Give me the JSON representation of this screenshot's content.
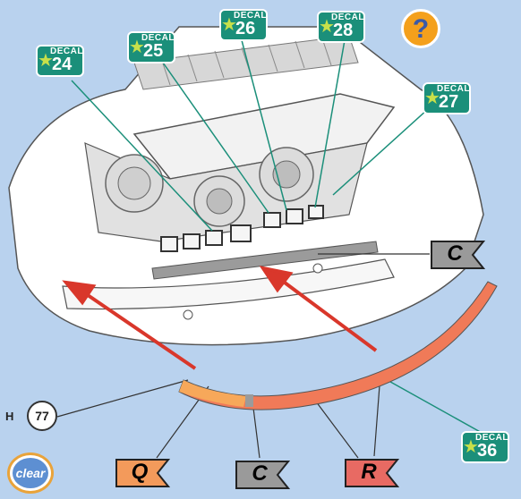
{
  "decals": [
    {
      "prefix": "DECAL",
      "number": "24"
    },
    {
      "prefix": "DECAL",
      "number": "25"
    },
    {
      "prefix": "DECAL",
      "number": "26"
    },
    {
      "prefix": "DECAL",
      "number": "28"
    },
    {
      "prefix": "DECAL",
      "number": "27"
    },
    {
      "prefix": "DECAL",
      "number": "36"
    }
  ],
  "flags": {
    "c_top": "C",
    "q": "Q",
    "c_bottom": "C",
    "r": "R"
  },
  "step_marker": {
    "prefix": "H",
    "number": "77"
  },
  "help_button": {
    "symbol": "?"
  },
  "clear_button": {
    "label": "clear"
  },
  "colors": {
    "background": "#b9d2ee",
    "decal_badge": "#1b8f7a",
    "arrow_red": "#d9372b",
    "strip_orange": "#f07a58",
    "flag_gray": "#9a9a9a",
    "flag_orange": "#f39a5b",
    "flag_red": "#e86a63",
    "help_orange": "#f4a01c"
  }
}
